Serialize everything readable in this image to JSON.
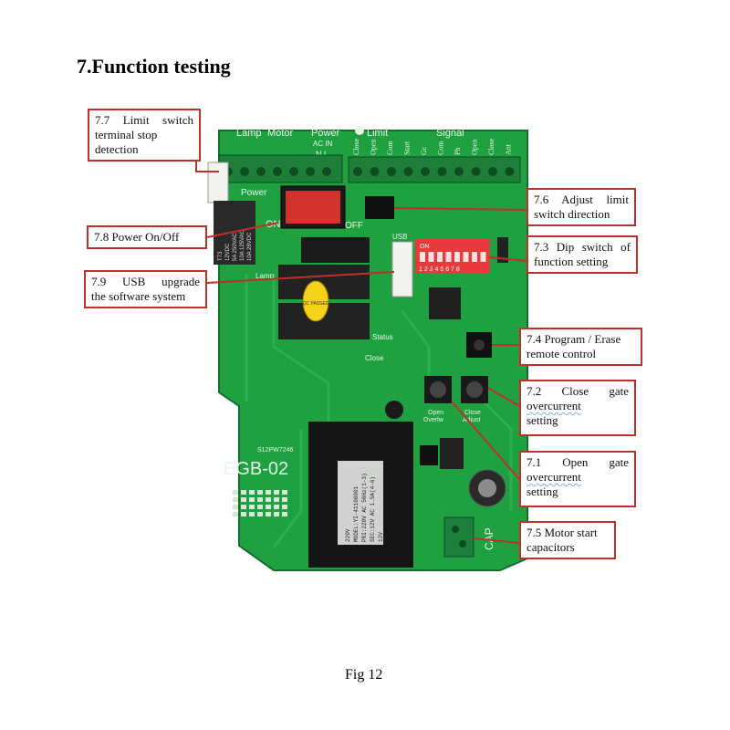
{
  "heading": "7.Function testing",
  "caption": "Fig 12",
  "board": {
    "model": "EGB-02",
    "serial": "S12PW7246",
    "header_labels": [
      "Lamp",
      "Motor",
      "Power",
      "Limit",
      "Signal"
    ],
    "ac_in": "AC IN",
    "nl": "N L",
    "terminal_labels": [
      "Close",
      "Open",
      "Com",
      "Start",
      "Gc",
      "Com",
      "Ph",
      "Open",
      "Close",
      "Ant"
    ],
    "power_label": "Power",
    "on_label": "ON",
    "off_label": "OFF",
    "lamp_label": "Lamp",
    "usb_label": "USB",
    "status_label": "Status",
    "close_label": "Close",
    "dip_numbers": "1 2 3 4 5 6 7 8",
    "dip_on": "ON",
    "qc_label": "QC PASSED",
    "pot_open_label": "Open",
    "pot_open_sub": "Overlw",
    "pot_close_label": "Close",
    "pot_close_sub": "Adjust",
    "cap_label": "CAP",
    "transformer_lines": [
      "220V",
      "MODEL:YI-41100001",
      "PRI:220V AC 50Hz(1-3)",
      "SEC:12V AC 1.5A(4-6)",
      "12V"
    ],
    "relay_text": [
      "T73",
      "12VDC",
      "5A 250VAC",
      "10A 125VAC",
      "10A 28VDC"
    ]
  },
  "callouts": {
    "c77": [
      "7.7 Limit switch",
      "terminal stop",
      "detection"
    ],
    "c78": [
      "7.8 Power On/Off"
    ],
    "c79": [
      "7.9 USB upgrade",
      "the software system"
    ],
    "c76": [
      "7.6 Adjust limit",
      "switch direction"
    ],
    "c73": [
      "7.3 Dip switch of",
      "function setting"
    ],
    "c74": [
      "7.4 Program / Erase",
      "remote control"
    ],
    "c72": [
      "7.2 Close gate",
      "overcurrent",
      "setting"
    ],
    "c71": [
      "7.1 Open gate",
      "overcurrent",
      "setting"
    ],
    "c75": [
      "7.5 Motor start",
      "capacitors"
    ]
  },
  "colors": {
    "pcb": "#1fa142",
    "pcb_dark": "#137a30",
    "callout_border": "#c0302b",
    "terminal": "#1e7f3a",
    "dip": "#e8393c"
  }
}
